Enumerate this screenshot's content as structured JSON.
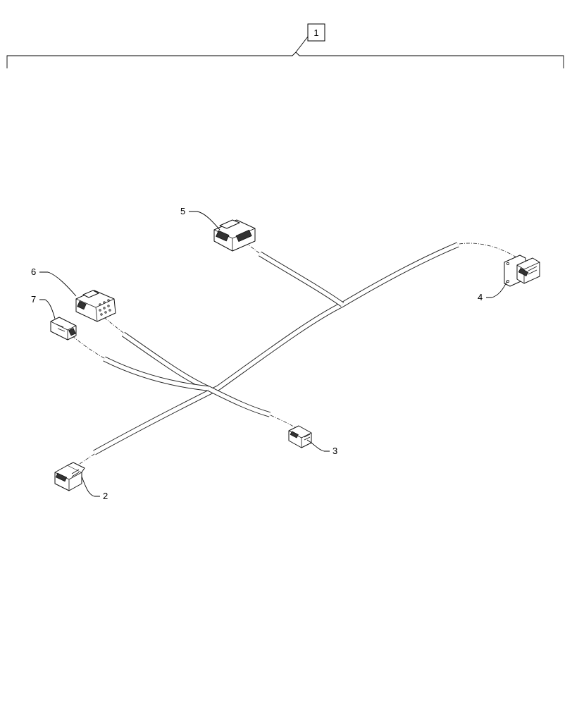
{
  "assembly_callout": "1",
  "callouts": [
    {
      "id": "c2",
      "label": "2"
    },
    {
      "id": "c3",
      "label": "3"
    },
    {
      "id": "c4",
      "label": "4"
    },
    {
      "id": "c5",
      "label": "5"
    },
    {
      "id": "c6",
      "label": "6"
    },
    {
      "id": "c7",
      "label": "7"
    }
  ]
}
